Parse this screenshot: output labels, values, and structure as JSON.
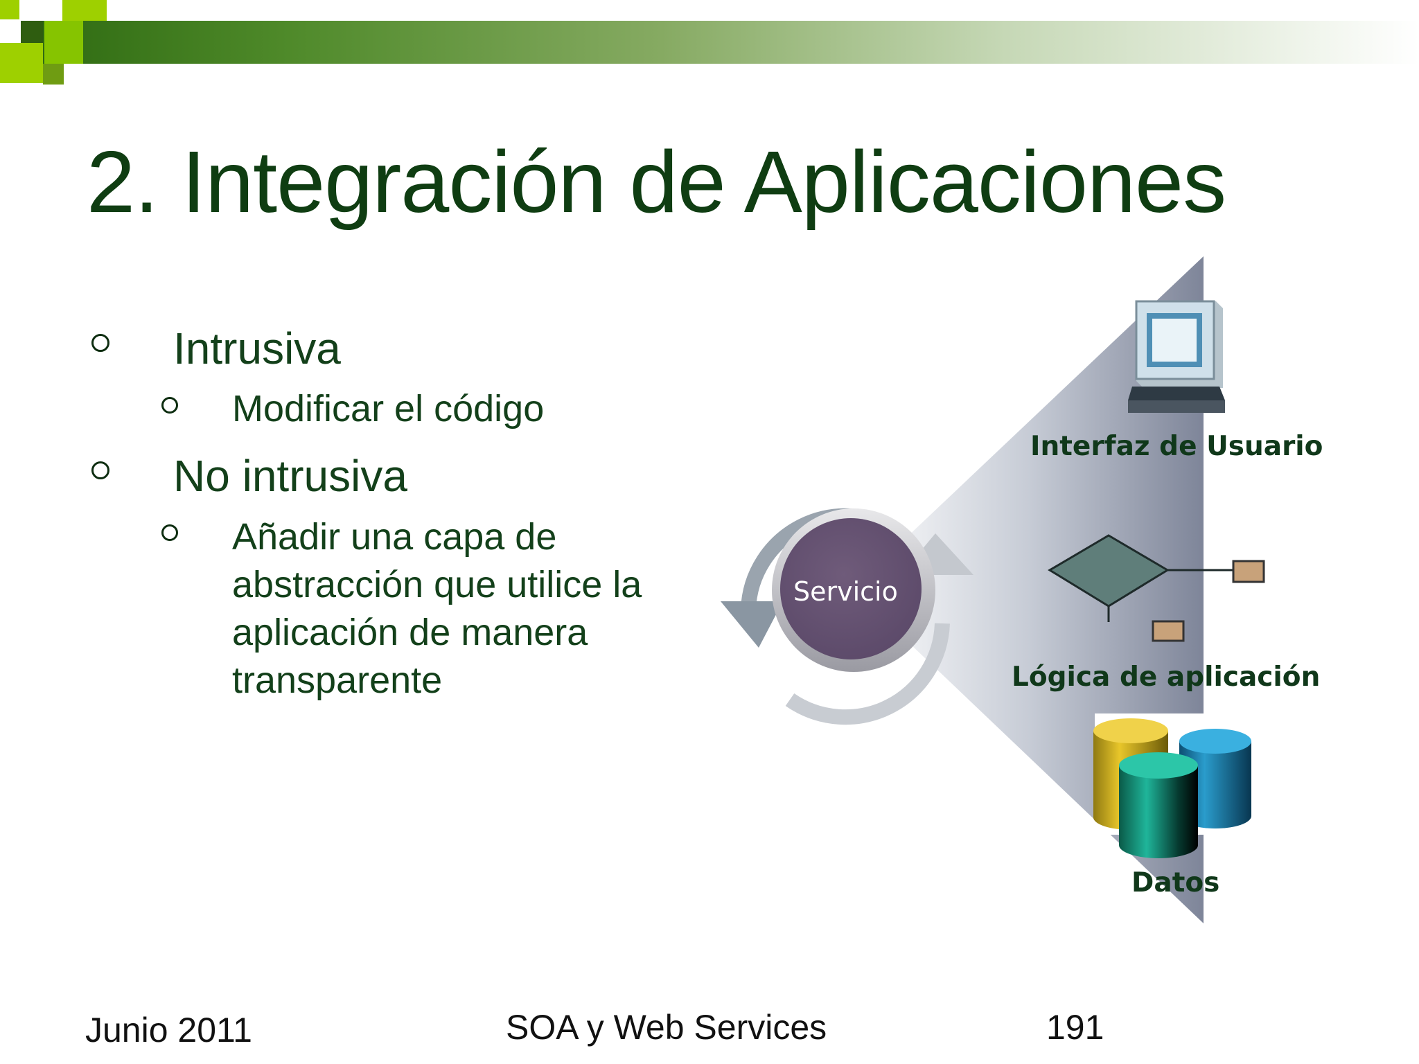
{
  "slide": {
    "title": "2. Integración de Aplicaciones",
    "bullets": [
      {
        "text": "Intrusiva",
        "sub": [
          "Modificar el código"
        ]
      },
      {
        "text": "No intrusiva",
        "sub": [
          "Añadir una capa de abstracción que utilice la aplicación de manera transparente"
        ]
      }
    ],
    "diagram": {
      "center": "Servicio",
      "layers": [
        "Interfaz de Usuario",
        "Lógica de aplicación",
        "Datos"
      ]
    },
    "footer": {
      "date": "Junio 2011",
      "course": "SOA y Web Services",
      "page": "191"
    }
  },
  "colors": {
    "title": "#0f3d12",
    "accent_green": "#9ed000",
    "dark_green": "#2f6b12",
    "service_circle": "#6a5674"
  },
  "icons": [
    "computer-monitor-icon",
    "diamond-logic-icon",
    "database-cylinders-icon",
    "circular-arrows-icon",
    "bullet-circle-icon"
  ]
}
